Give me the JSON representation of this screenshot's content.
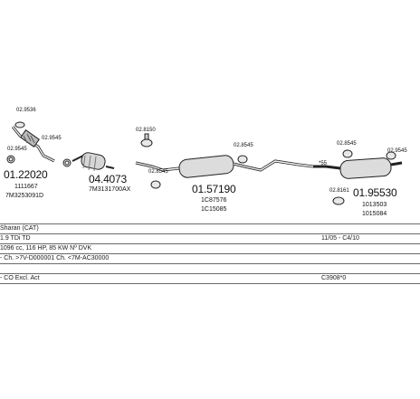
{
  "parts": {
    "p1": {
      "big": "01.22020",
      "small1": "1111667",
      "small2": "7M3253091D",
      "tiny1": "02.9536",
      "tiny2": "02.9545",
      "tiny3": "02.9545"
    },
    "p2": {
      "big": "04.4073",
      "small1": "7M3131700AX"
    },
    "p3": {
      "big": "01.57190",
      "small1": "1C87576",
      "small2": "1C15085",
      "tiny1": "02.8150",
      "tiny2": "02.8545",
      "tiny3": "02.8545"
    },
    "p4": {
      "big": "01.95530",
      "small1": "1013503",
      "small2": "1015084",
      "tiny1": "02.8545",
      "tiny2": "02.9545",
      "tiny3": "02.8161",
      "tiny4": "*55"
    }
  },
  "table": {
    "rows": [
      {
        "left": "Sharan (CAT)",
        "right": ""
      },
      {
        "left": "1.9 TDi TD",
        "right": "11/05 - C4/10"
      },
      {
        "left": "1096 cc, 116 HP, 85 KW Nº DVK",
        "right": ""
      },
      {
        "left": "- Ch. >7V-D000001 Ch. <7M-AC30000",
        "right": ""
      },
      {
        "left": "",
        "right": ""
      },
      {
        "left": "- CO Excl. Act",
        "right": "C3908*0"
      }
    ]
  }
}
